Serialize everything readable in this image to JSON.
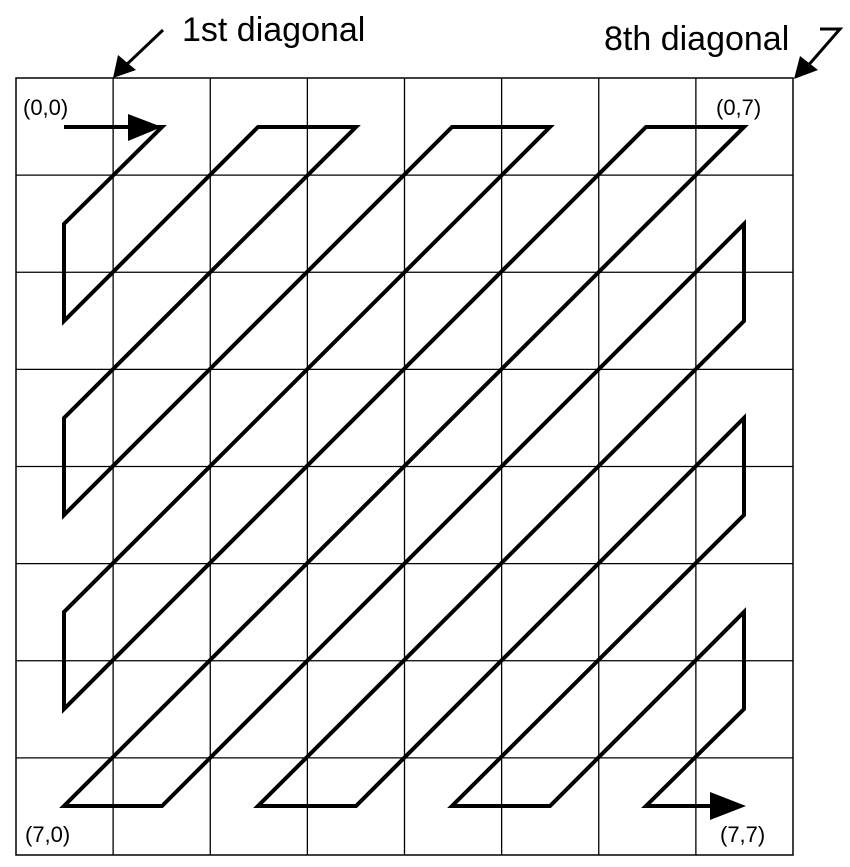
{
  "diagram": {
    "grid_rows": 8,
    "grid_cols": 8,
    "labels": {
      "first_diagonal": "1st diagonal",
      "eighth_diagonal": "8th diagonal"
    },
    "corners": {
      "top_left": "(0,0)",
      "top_right": "(0,7)",
      "bottom_left": "(7,0)",
      "bottom_right": "(7,7)"
    },
    "stroke_color": "#000000",
    "background_color": "#ffffff"
  }
}
